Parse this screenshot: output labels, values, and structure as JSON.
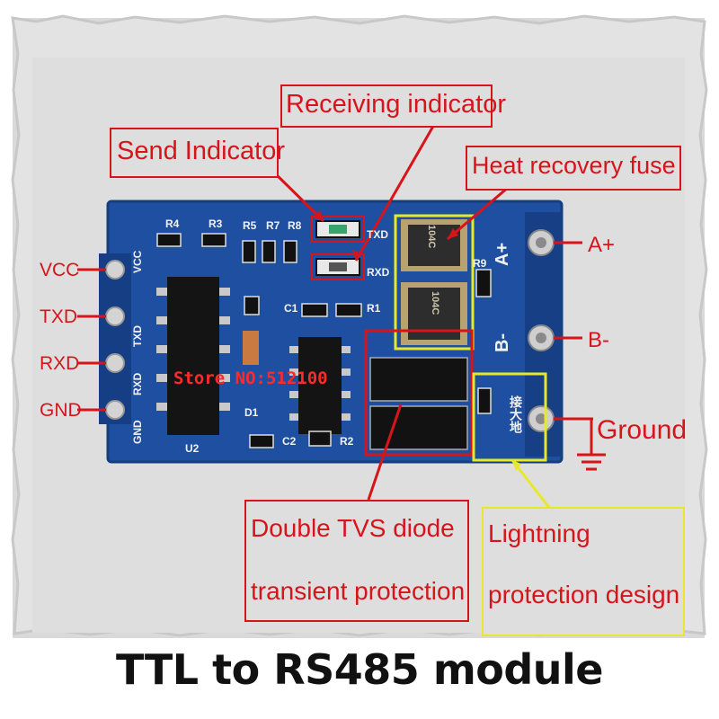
{
  "labels": {
    "receiving_indicator": "Receiving indicator",
    "send_indicator": "Send Indicator",
    "heat_recovery_fuse": "Heat recovery fuse",
    "double_tvs_line1": "Double TVS diode",
    "double_tvs_line2": "transient protection",
    "lightning_line1": "Lightning",
    "lightning_line2": "protection design"
  },
  "pins_left": [
    "VCC",
    "TXD",
    "RXD",
    "GND"
  ],
  "pins_right": [
    "A+",
    "B-",
    "Ground"
  ],
  "silkscreen": {
    "r4": "R4",
    "r3": "R3",
    "r5": "R5",
    "r7": "R7",
    "r8": "R8",
    "txd": "TXD",
    "rxd": "RXD",
    "r9": "R9",
    "r1": "R1",
    "c1": "C1",
    "d1": "D1",
    "c2": "C2",
    "r2": "R2",
    "u2": "U2",
    "vcc_v": "VCC",
    "txd_v": "TXD",
    "rxd_v": "RXD",
    "gnd_v": "GND",
    "a_plus_v": "A+",
    "b_minus_v": "B-",
    "ground_cn": "接大地",
    "fuse_code": "104C"
  },
  "watermark": "Store NO:512100",
  "title": "TTL to RS485 module",
  "colors": {
    "pcb_blue": "#1f4fa0",
    "label_red": "#d8141b",
    "highlight_yellow": "#e8e82a",
    "frame_gray": "#dcdcdc"
  }
}
